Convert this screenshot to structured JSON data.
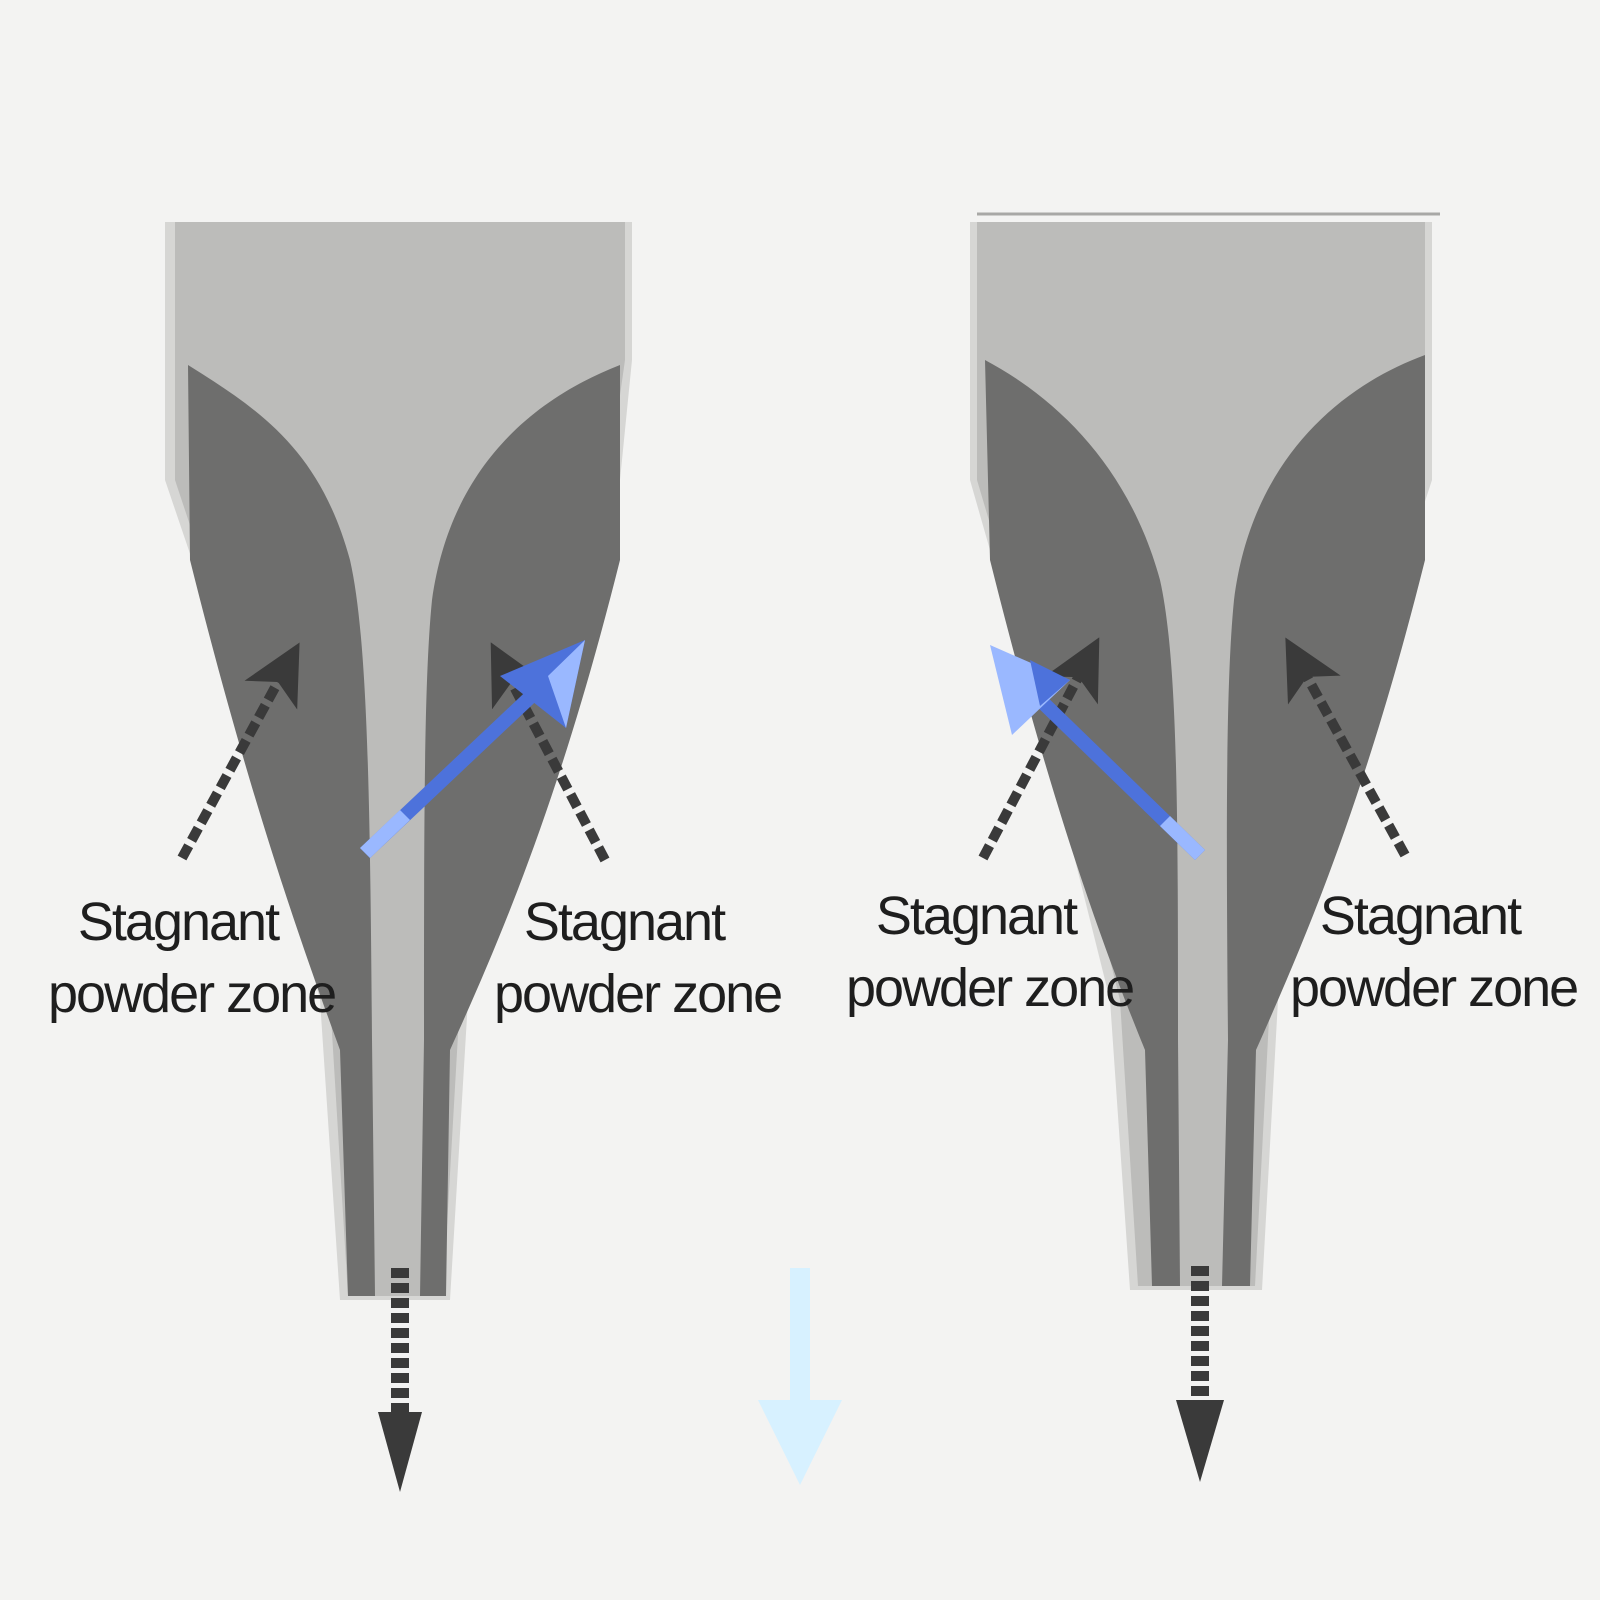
{
  "colors": {
    "background": "#f3f3f2",
    "hopper_light": "#bcbcba",
    "hopper_dark": "#6e6e6d",
    "edge_shadow": "#d6d6d4",
    "arrow_dark": "#3a3a3a",
    "flow_blue": "#4d72db",
    "flow_blue_light": "#9ab8ff",
    "flow_down_light": "#d7f1ff"
  },
  "labels": [
    {
      "line1": "Stagnant",
      "line2": "powder zone"
    },
    {
      "line1": "Stagnant",
      "line2": "powder zone"
    },
    {
      "line1": "Stagnant",
      "line2": "powder zone"
    },
    {
      "line1": "Stagnant",
      "line2": "powder zone"
    }
  ],
  "icons": {
    "outlet_arrow_left": "arrow-down-dashed-icon",
    "outlet_arrow_center": "arrow-down-light-blue-icon",
    "outlet_arrow_right": "arrow-down-dashed-icon",
    "flow_arrow_left": "arrow-up-right-blue-icon",
    "flow_arrow_right": "arrow-up-left-blue-icon"
  }
}
